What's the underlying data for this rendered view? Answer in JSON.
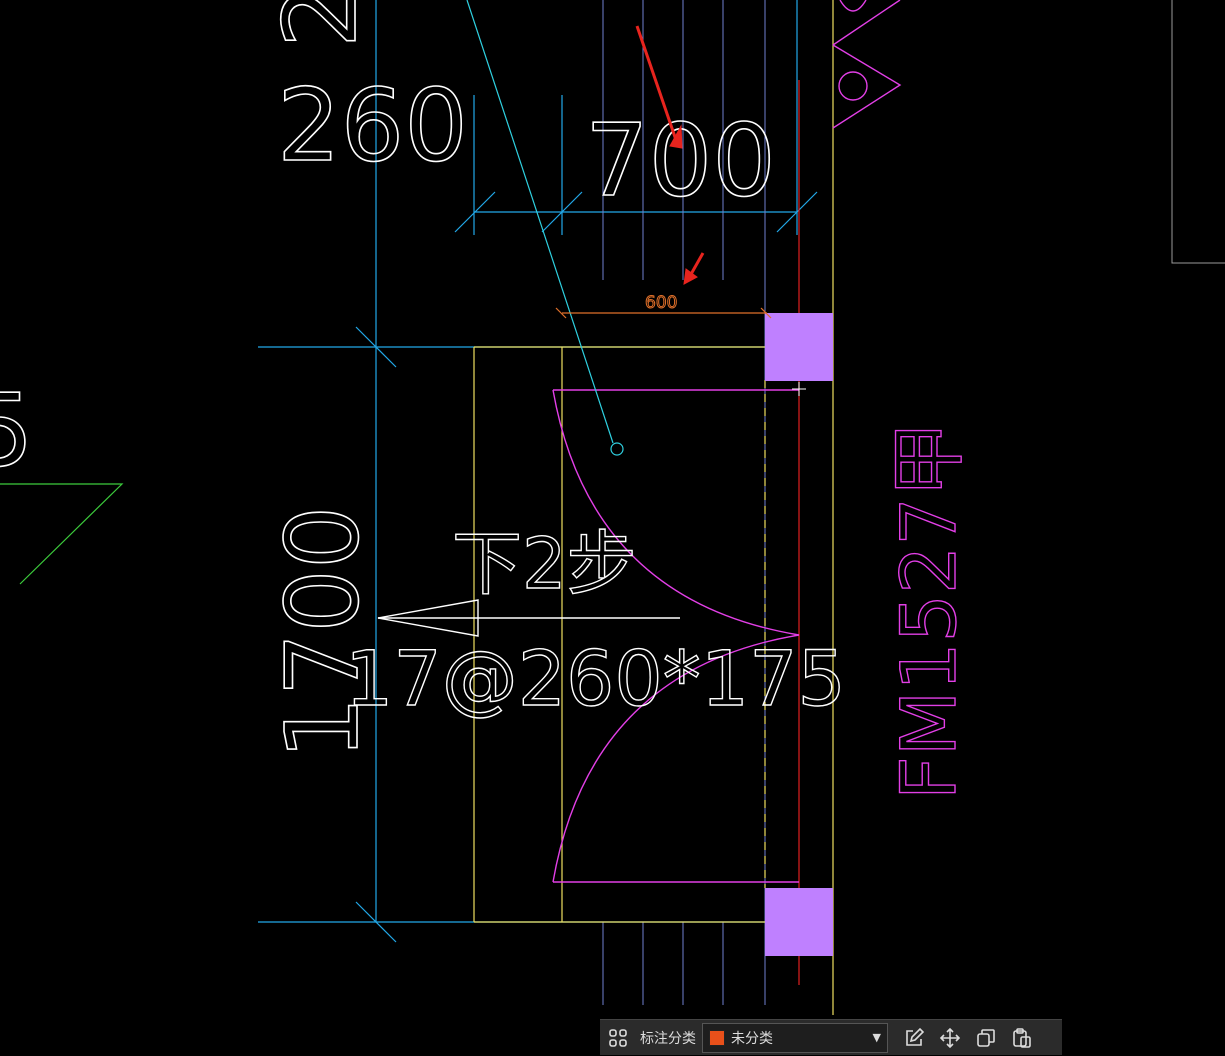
{
  "drawing": {
    "dimension_top": "700",
    "dimension_small": "600",
    "dimension_left_top": "260",
    "dimension_left_top_partial": "2",
    "dimension_left_side": "1700",
    "stair_label": "下2步",
    "stair_spec": "17@260*175",
    "door_tag": "FM1527甲",
    "left_edge_partial": "5",
    "colors": {
      "background": "#000000",
      "dimension_text": "#ffffff",
      "axis_line": "#22a8e8",
      "wall_line": "#f0e060",
      "door_line": "#e23fe6",
      "red_line": "#e02020",
      "column_fill": "#bf80ff",
      "small_dim": "#e0702a",
      "leader_line": "#2fd0e0",
      "triangle_green": "#3ccc3c",
      "annotation_arrow": "#e8241e"
    }
  },
  "toolbar": {
    "label": "标注分类",
    "category_value": "未分类",
    "category_color": "#e8501a",
    "icons": [
      "layout-grid-icon",
      "edit-icon",
      "move-icon",
      "copy-icon",
      "paste-icon"
    ]
  }
}
